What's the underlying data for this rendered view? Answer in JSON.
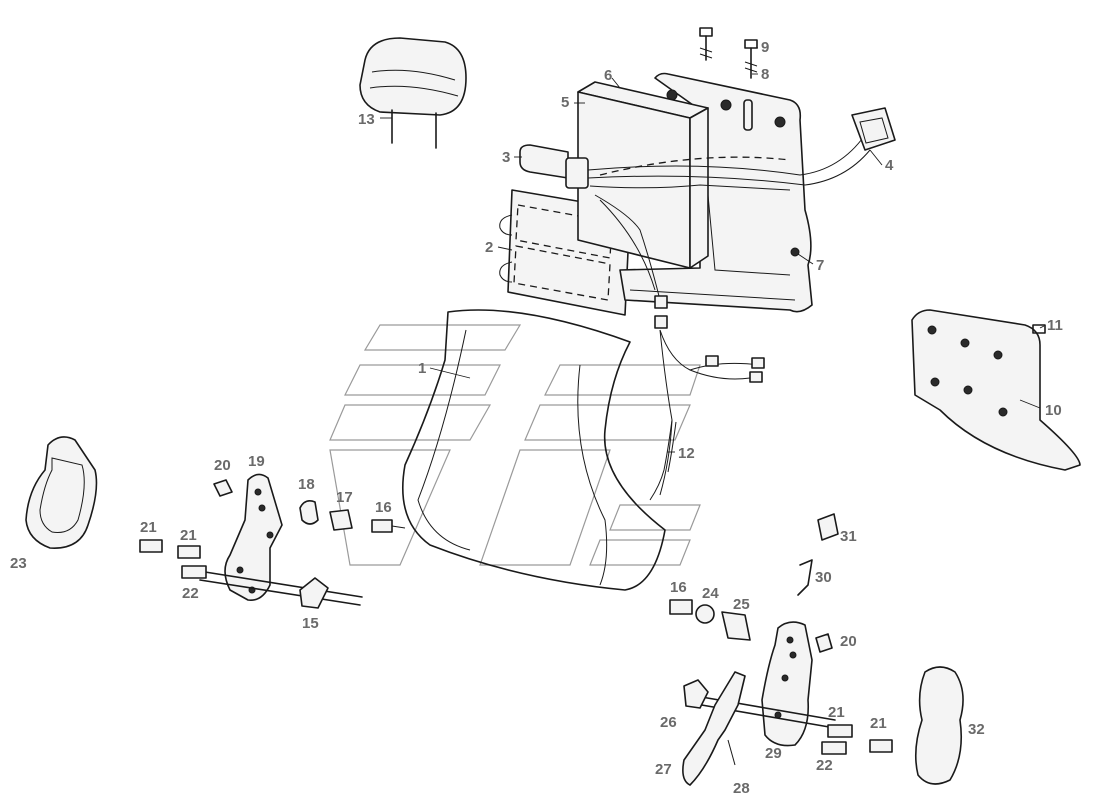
{
  "diagram": {
    "callouts": [
      {
        "label": "1"
      },
      {
        "label": "2"
      },
      {
        "label": "3"
      },
      {
        "label": "4"
      },
      {
        "label": "5"
      },
      {
        "label": "6"
      },
      {
        "label": "7"
      },
      {
        "label": "8"
      },
      {
        "label": "9"
      },
      {
        "label": "10"
      },
      {
        "label": "11"
      },
      {
        "label": "12"
      },
      {
        "label": "13"
      },
      {
        "label": "15"
      },
      {
        "label": "16"
      },
      {
        "label": "16"
      },
      {
        "label": "17"
      },
      {
        "label": "18"
      },
      {
        "label": "19"
      },
      {
        "label": "20"
      },
      {
        "label": "20"
      },
      {
        "label": "21"
      },
      {
        "label": "21"
      },
      {
        "label": "21"
      },
      {
        "label": "21"
      },
      {
        "label": "22"
      },
      {
        "label": "22"
      },
      {
        "label": "23"
      },
      {
        "label": "24"
      },
      {
        "label": "25"
      },
      {
        "label": "26"
      },
      {
        "label": "27"
      },
      {
        "label": "28"
      },
      {
        "label": "29"
      },
      {
        "label": "30"
      },
      {
        "label": "31"
      },
      {
        "label": "32"
      }
    ]
  }
}
